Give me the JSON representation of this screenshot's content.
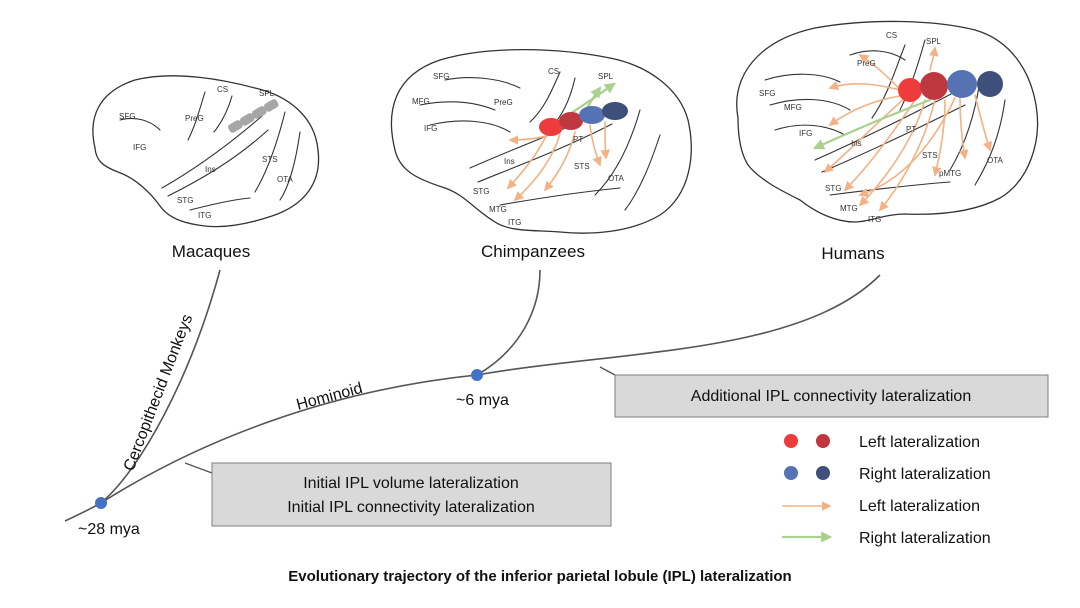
{
  "species": {
    "macaques": {
      "name": "Macaques",
      "regions": {
        "sfg": "SFG",
        "cs": "CS",
        "spl": "SPL",
        "preg": "PreG",
        "ifg": "IFG",
        "ins": "Ins",
        "sts": "STS",
        "ota": "OTA",
        "stg": "STG",
        "itg": "ITG"
      }
    },
    "chimpanzees": {
      "name": "Chimpanzees",
      "regions": {
        "sfg": "SFG",
        "cs": "CS",
        "spl": "SPL",
        "mfg": "MFG",
        "preg": "PreG",
        "ifg": "IFG",
        "pt": "PT",
        "ins": "Ins",
        "sts": "STS",
        "ota": "OTA",
        "stg": "STG",
        "mtg": "MTG",
        "itg": "ITG"
      }
    },
    "humans": {
      "name": "Humans",
      "regions": {
        "cs": "CS",
        "spl": "SPL",
        "sfg": "SFG",
        "preg": "PreG",
        "mfg": "MFG",
        "ifg": "IFG",
        "pt": "PT",
        "ins": "Ins",
        "sts": "STS",
        "ota": "OTA",
        "stg": "STG",
        "pmtg": "pMTG",
        "mtg": "MTG",
        "itg": "ITG"
      }
    }
  },
  "tree": {
    "node_28": "~28 mya",
    "node_6": "~6 mya",
    "branch_cercopithecid": "Cercopithecid Monkeys",
    "branch_hominoid": "Hominoid"
  },
  "annotations": {
    "initial_line1": "Initial IPL volume lateralization",
    "initial_line2": "Initial IPL connectivity lateralization",
    "additional": "Additional IPL connectivity lateralization"
  },
  "legend": {
    "left_lat_dots": "Left lateralization",
    "right_lat_dots": "Right lateralization",
    "left_lat_arrow": "Left lateralization",
    "right_lat_arrow": "Right lateralization"
  },
  "colors": {
    "left_red_light": "#ee3b3b",
    "left_red_dark": "#c0383f",
    "right_blue_light": "#5472b4",
    "right_blue_dark": "#3d4f7a",
    "node_blue": "#4472c4",
    "fiber_orange": "#f4b183",
    "fiber_green": "#a9d18e",
    "macaque_ipl_gray": "#a6a6a6"
  },
  "caption": "Evolutionary trajectory of the inferior parietal lobule (IPL) lateralization"
}
